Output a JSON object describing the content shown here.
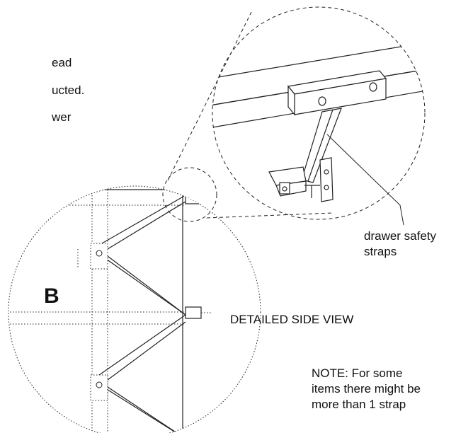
{
  "fragments": [
    "ead",
    "ucted.",
    "wer"
  ],
  "callout_label": "drawer safety straps",
  "section_label": "B",
  "view_title": "DETAILED SIDE VIEW",
  "note": {
    "line1": "NOTE:  For some",
    "line2": "items there might be",
    "line3": "more than 1 strap"
  }
}
